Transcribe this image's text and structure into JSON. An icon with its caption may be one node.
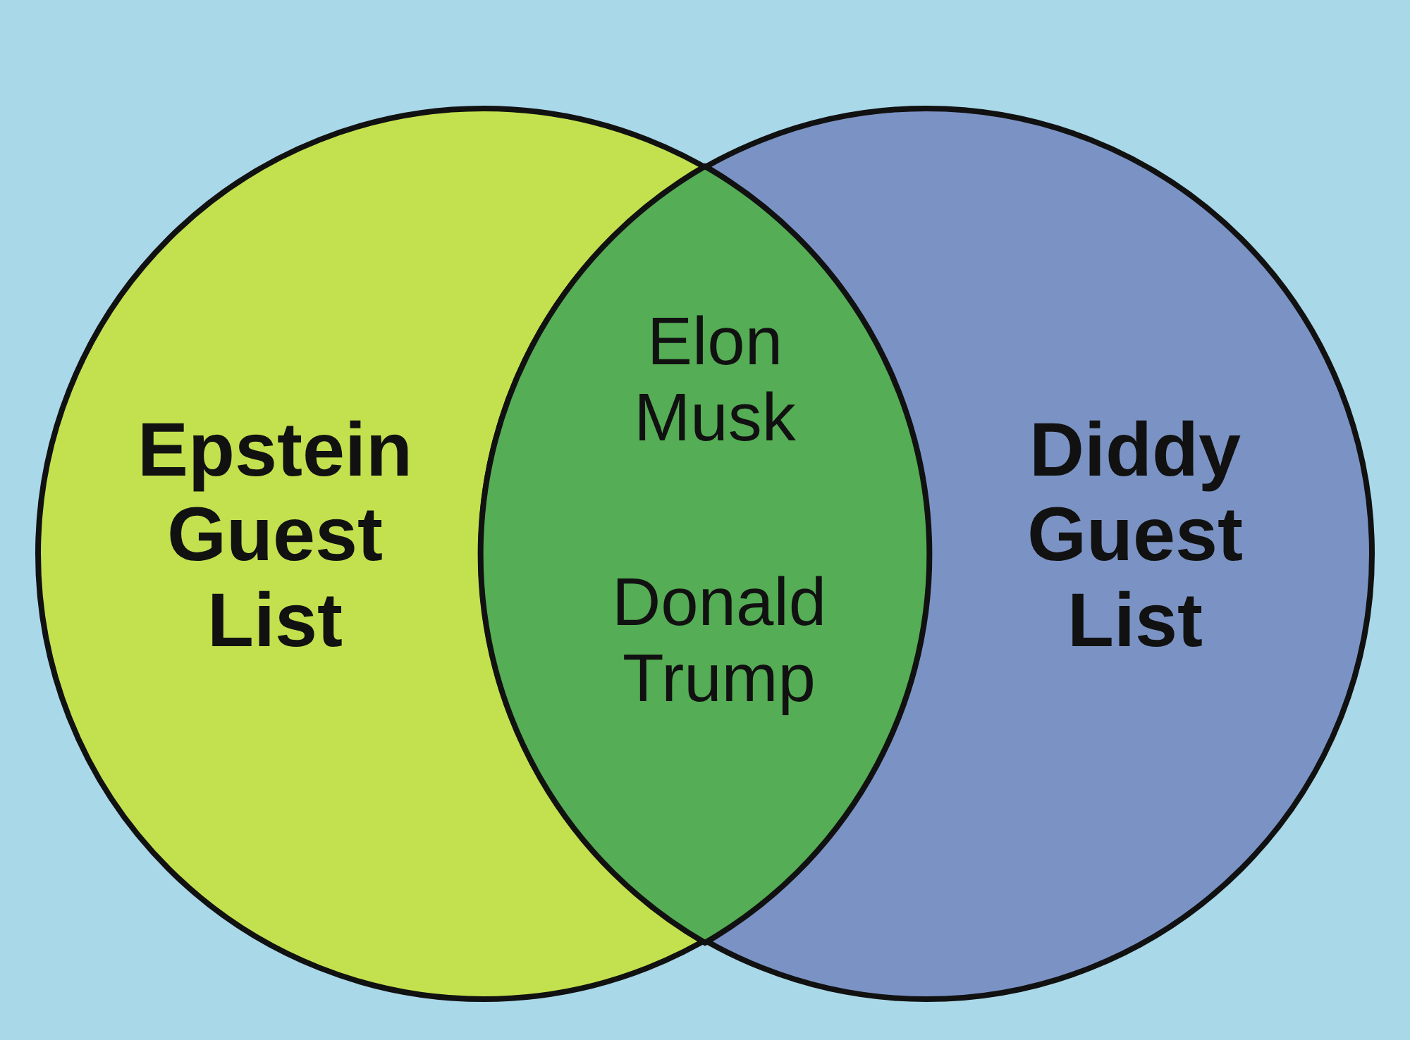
{
  "diagram": {
    "nodes": [
      {
        "text": [
          "Epstein Guest List"
        ]
      },
      {
        "text": [
          "Diddy Guest List"
        ]
      },
      {
        "text": [
          "Elon Musk",
          "Donald Trump"
        ]
      }
    ],
    "edges": []
  }
}
